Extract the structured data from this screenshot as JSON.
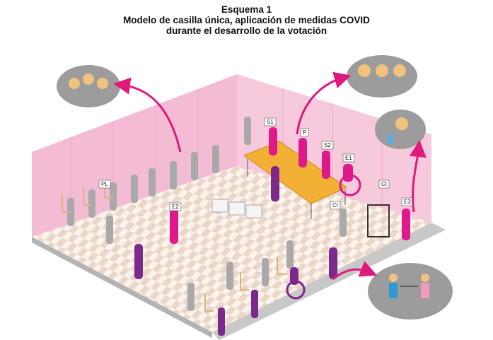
{
  "header": {
    "scheme_label": "Esquema 1",
    "title_line1": "Modelo de casilla única, aplicación de medidas COVID",
    "title_line2": "durante el desarrollo de la votación"
  },
  "figure": {
    "role_labels": [
      "S1",
      "P",
      "S2",
      "E1",
      "CI",
      "CI",
      "E3",
      "E2",
      "PL"
    ],
    "colors": {
      "wall": "#f2b6cf",
      "staff": "#e0198a",
      "voter": "#7b2a8c",
      "table": "#f2b134",
      "figure_gray": "#a9a9a9",
      "arrow": "#e0197d",
      "bubble": "#9c9c9c"
    }
  }
}
